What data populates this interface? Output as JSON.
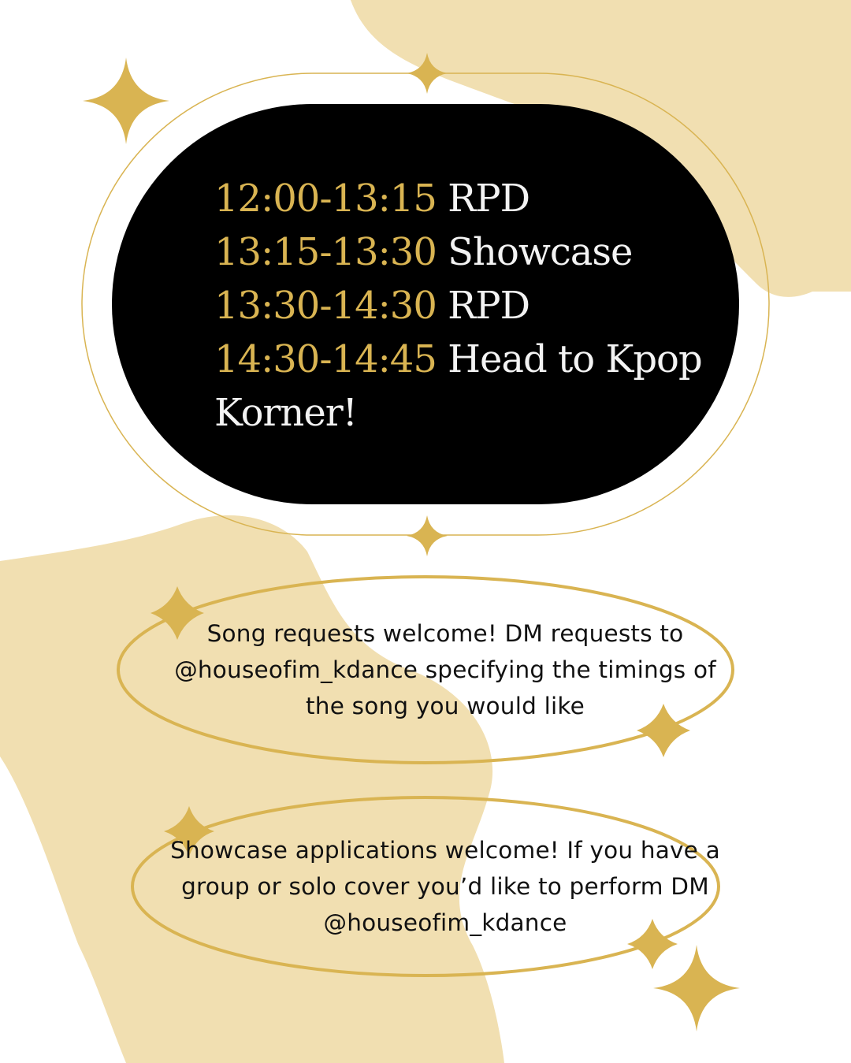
{
  "colors": {
    "accent": "#d9b452",
    "blob": "#f1dfb1",
    "panel": "#000000",
    "text_light": "#f3f3f3",
    "text_dark": "#111111"
  },
  "schedule": [
    {
      "time": "12:00-13:15",
      "event": "RPD"
    },
    {
      "time": "13:15-13:30",
      "event": "Showcase"
    },
    {
      "time": "13:30-14:30",
      "event": "RPD"
    },
    {
      "time": "14:30-14:45",
      "event": "Head to Kpop Korner!"
    }
  ],
  "notes": {
    "song_requests": "Song requests welcome! DM requests to @houseofim_kdance specifying the timings of the song you would like",
    "showcase": "Showcase applications welcome! If you have a group or solo cover you’d like to perform DM @houseofim_kdance"
  },
  "icons": [
    "sparkle-icon",
    "diamond-sparkle-icon"
  ]
}
